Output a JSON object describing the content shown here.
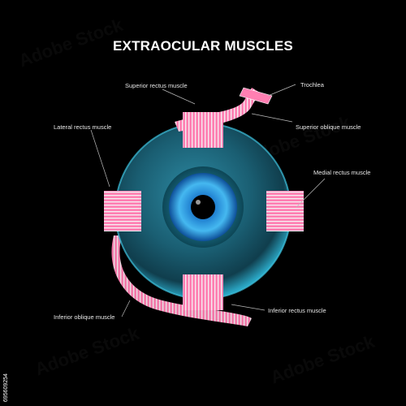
{
  "title": "EXTRAOCULAR MUSCLES",
  "labels": {
    "superior_rectus": "Superior rectus muscle",
    "trochlea": "Trochlea",
    "lateral_rectus": "Lateral rectus muscle",
    "superior_oblique": "Superior  oblique muscle",
    "medial_rectus": "Medial rectus muscle",
    "inferior_oblique": "Inferior oblique muscle",
    "inferior_rectus": "Inferior rectus muscle"
  },
  "stock_id": "695609254",
  "watermark": "Adobe Stock",
  "colors": {
    "background": "#000000",
    "eyeball": "#1d6f86",
    "iris": "#1e8fd4",
    "muscle": "#ff6fa9",
    "leader_line": "#bbbbbb"
  }
}
